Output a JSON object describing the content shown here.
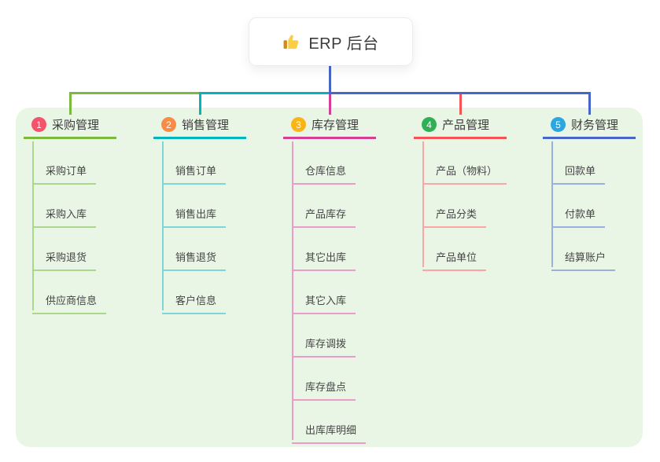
{
  "root": {
    "title": "ERP 后台",
    "icon": "thumbs-up-icon"
  },
  "panel_color": "#e9f6e5",
  "root_connector_color": "#4667c9",
  "branches": [
    {
      "num": "1",
      "label": "采购管理",
      "line_color": "#7cb93f",
      "child_line_color": "#abd78a",
      "badge_color": "#f4536b",
      "children": [
        "采购订单",
        "采购入库",
        "采购退货",
        "供应商信息"
      ]
    },
    {
      "num": "2",
      "label": "销售管理",
      "line_color": "#00b6bb",
      "child_line_color": "#7fd5d8",
      "badge_color": "#fa8b44",
      "children": [
        "销售订单",
        "销售出库",
        "销售退货",
        "客户信息"
      ]
    },
    {
      "num": "3",
      "label": "库存管理",
      "line_color": "#d63d95",
      "child_line_color": "#eb9dc9",
      "badge_color": "#fcb315",
      "children": [
        "仓库信息",
        "产品库存",
        "其它出库",
        "其它入库",
        "库存调拨",
        "库存盘点",
        "出库库明细"
      ]
    },
    {
      "num": "4",
      "label": "产品管理",
      "line_color": "#f75355",
      "child_line_color": "#fba5a5",
      "badge_color": "#2fb055",
      "children": [
        "产品（物料）",
        "产品分类",
        "产品单位"
      ]
    },
    {
      "num": "5",
      "label": "财务管理",
      "line_color": "#4667c9",
      "child_line_color": "#9cb0e0",
      "badge_color": "#2ba7e0",
      "children": [
        "回款单",
        "付款单",
        "结算账户"
      ]
    }
  ]
}
